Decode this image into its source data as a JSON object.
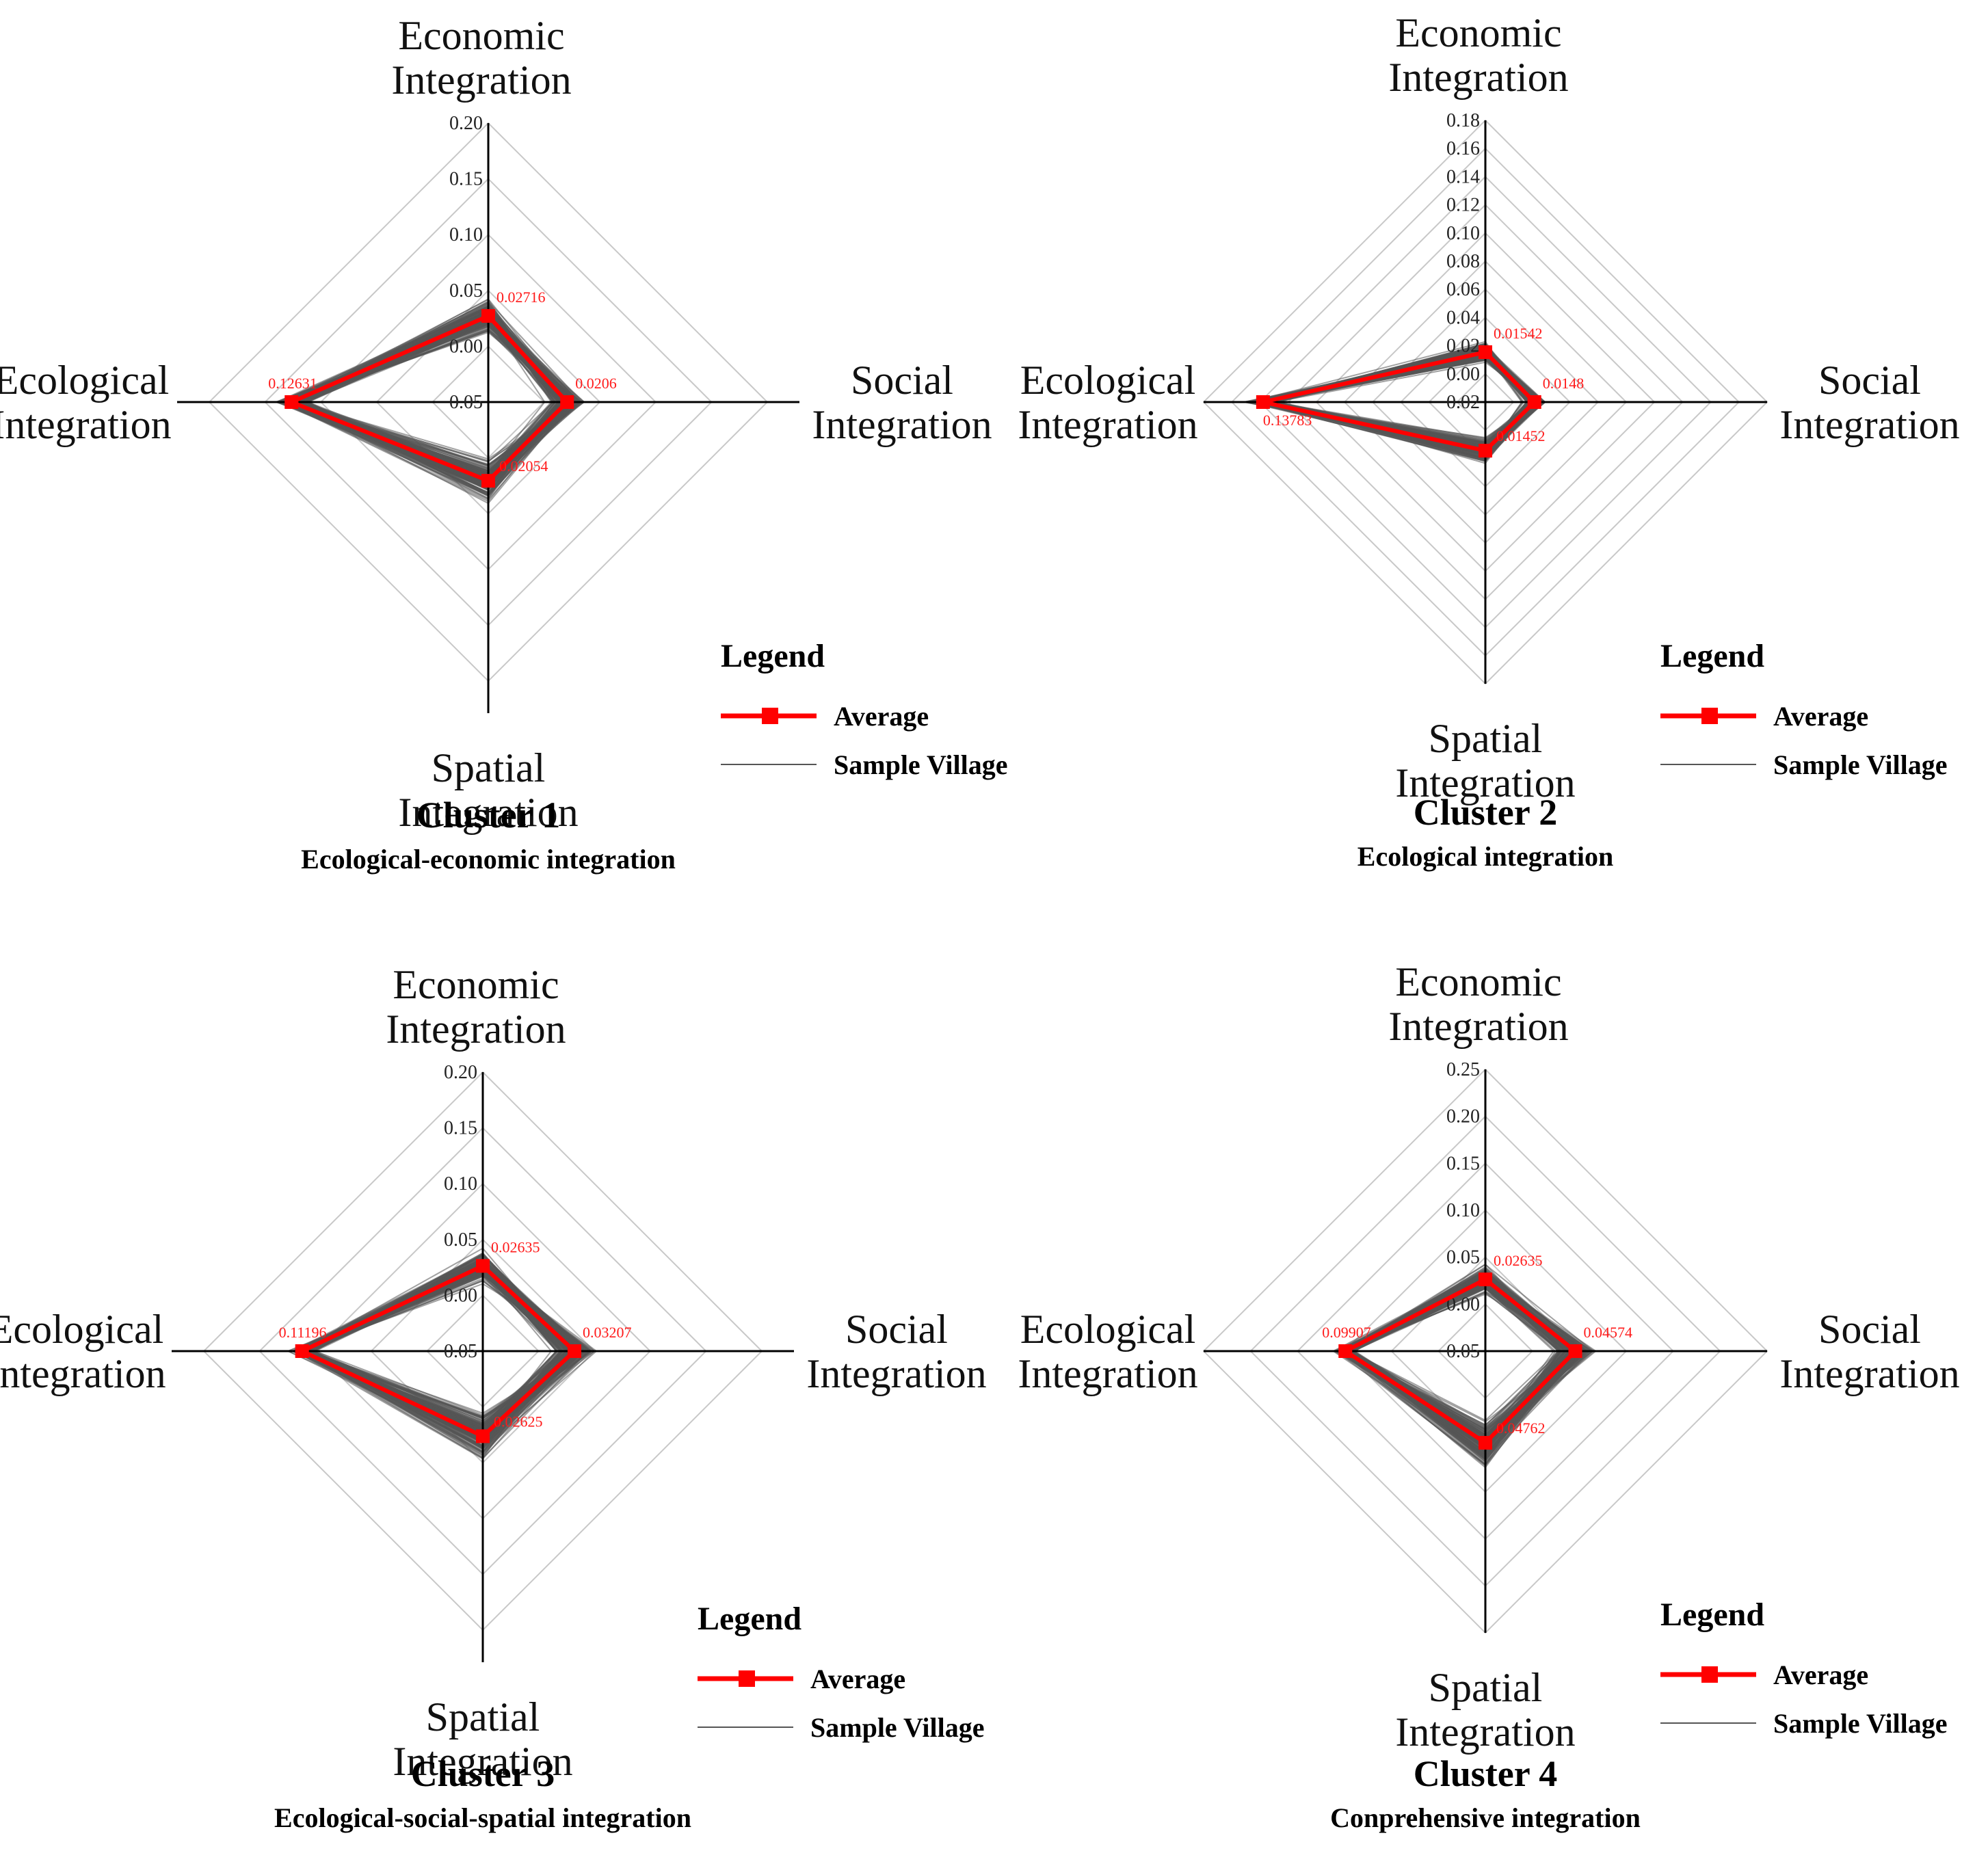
{
  "axes": [
    "Economic Integration",
    "Social Integration",
    "Spatial Integration",
    "Ecological Integration"
  ],
  "legend": {
    "title": "Legend",
    "average": "Average",
    "sample": "Sample Village"
  },
  "colors": {
    "average": "#ff0000",
    "sample": "#555555",
    "grid": "#c8c8c8",
    "axis": "#000000"
  },
  "chart_data": [
    {
      "type": "radar",
      "title": "Cluster 1",
      "subtitle": "Ecological-economic integration",
      "ticks": [
        "0.20",
        "0.15",
        "0.10",
        "0.05",
        "0.00",
        "0.05"
      ],
      "scale_max": 0.2,
      "scale_min": -0.05,
      "average": {
        "values": [
          0.02716,
          0.0206,
          0.02054,
          0.12631
        ],
        "labels": [
          "0.02716",
          "0.0206",
          "0.02054",
          "0.12631"
        ]
      }
    },
    {
      "type": "radar",
      "title": "Cluster 2",
      "subtitle": "Ecological integration",
      "ticks": [
        "0.18",
        "0.16",
        "0.14",
        "0.12",
        "0.10",
        "0.08",
        "0.06",
        "0.04",
        "0.02",
        "0.00",
        "0.02"
      ],
      "scale_max": 0.18,
      "scale_min": -0.02,
      "average": {
        "values": [
          0.01542,
          0.0148,
          0.01452,
          0.13783
        ],
        "labels": [
          "0.01542",
          "0.0148",
          "0.01452",
          "0.13783"
        ]
      }
    },
    {
      "type": "radar",
      "title": "Cluster 3",
      "subtitle": "Ecological-social-spatial integration",
      "ticks": [
        "0.20",
        "0.15",
        "0.10",
        "0.05",
        "0.00",
        "0.05"
      ],
      "scale_max": 0.2,
      "scale_min": -0.05,
      "average": {
        "values": [
          0.02635,
          0.03207,
          0.02625,
          0.11196
        ],
        "labels": [
          "0.02635",
          "0.03207",
          "0.02625",
          "0.11196"
        ]
      }
    },
    {
      "type": "radar",
      "title": "Cluster 4",
      "subtitle": "Conprehensive integration",
      "ticks": [
        "0.25",
        "0.20",
        "0.15",
        "0.10",
        "0.05",
        "0.00",
        "0.05"
      ],
      "scale_max": 0.25,
      "scale_min": -0.05,
      "average": {
        "values": [
          0.02635,
          0.04574,
          0.04762,
          0.09907
        ],
        "labels": [
          "0.02635",
          "0.04574",
          "0.04762",
          "0.09907"
        ]
      }
    }
  ]
}
